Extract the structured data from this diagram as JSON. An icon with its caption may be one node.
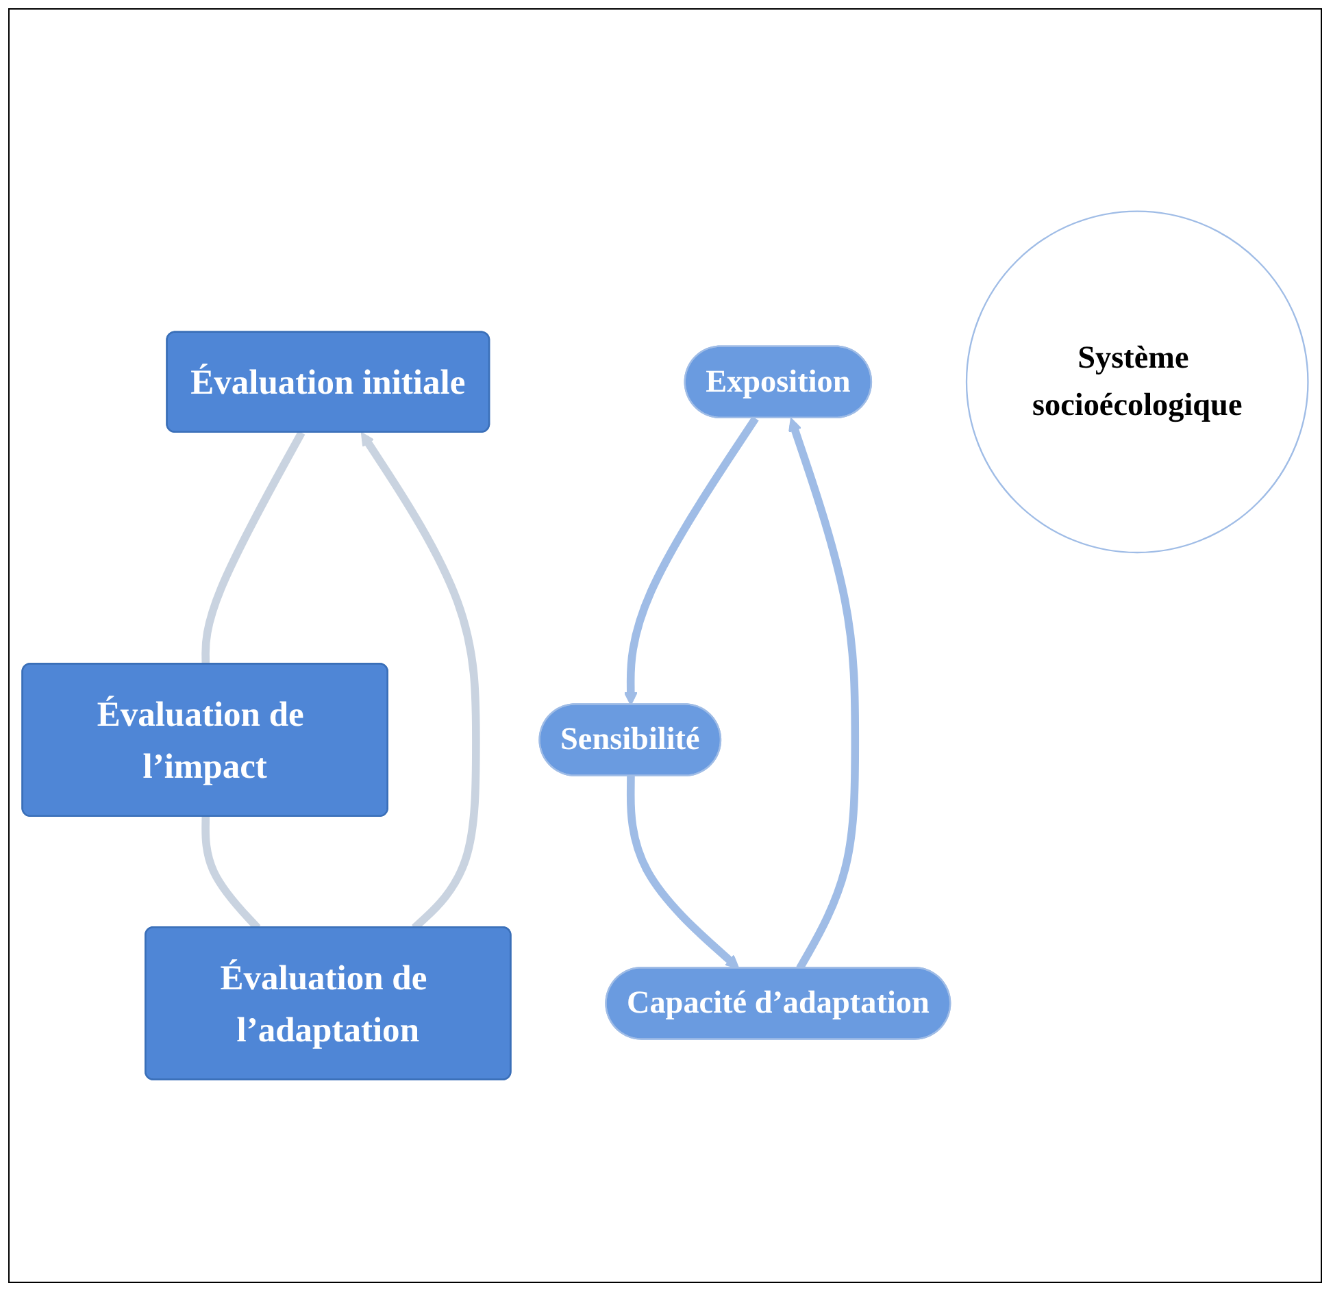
{
  "diagram": {
    "nodes": [
      {
        "text": [
          "Évaluation initiale"
        ]
      },
      {
        "text": [
          "Évaluation de l’impact"
        ]
      },
      {
        "text": [
          "Évaluation de l’adaptation"
        ]
      },
      {
        "text": [
          "Exposition"
        ]
      },
      {
        "text": [
          "Sensibilité"
        ]
      },
      {
        "text": [
          "Capacité d’adaptation"
        ]
      },
      {
        "text": [
          "Système socioécologique"
        ]
      }
    ],
    "edges": [
      {
        "from": 2,
        "to": 0,
        "arrow": "to",
        "color": "#c9d3e0"
      },
      {
        "from": 0,
        "to": 1,
        "arrow": "none",
        "color": "#c9d3e0"
      },
      {
        "from": 1,
        "to": 2,
        "arrow": "none",
        "color": "#c9d3e0"
      },
      {
        "from": 3,
        "to": 4,
        "arrow": "to",
        "color": "#9fbce6"
      },
      {
        "from": 4,
        "to": 5,
        "arrow": "to",
        "color": "#9fbce6"
      },
      {
        "from": 5,
        "to": 3,
        "arrow": "to",
        "color": "#9fbce6"
      }
    ]
  }
}
